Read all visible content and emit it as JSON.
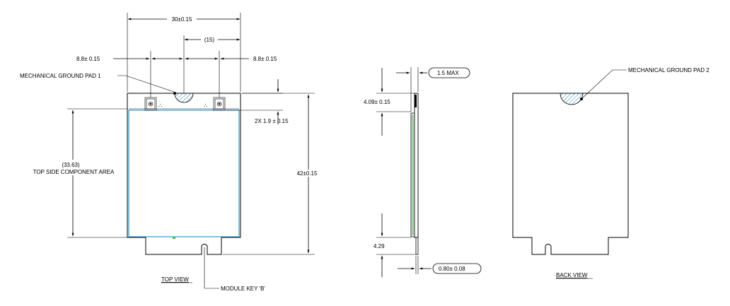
{
  "labels": {
    "width_dim": "30±0.15",
    "center_dim": "(15)",
    "left_offset": "8.8± 0.15",
    "right_offset": "8.8± 0.15",
    "ground_pad_1": "MECHANICAL GROUND PAD 1",
    "ground_pad_2": "MECHANICAL GROUND PAD 2",
    "pad_spacing": "2X 1.9 ± 0.15",
    "comp_area_value": "(33.63)",
    "comp_area_label": "TOP SIDE COMPONENT AREA",
    "height_dim": "42±0.15",
    "thickness_max": "1.5 MAX",
    "side_top_dim": "4.09± 0.15",
    "side_bottom_dim": "4.29",
    "board_thickness": "0.80± 0.08",
    "top_view": "TOP VIEW",
    "back_view": "BACK VIEW",
    "module_key": "MODULE KEY 'B'",
    "connector_marks_left": "∴",
    "connector_marks_right": "∴"
  },
  "colors": {
    "line": "#000000",
    "pcb_edge": "#2a9ad8",
    "hatch": "#2a7fc0",
    "side_component": "#4caf50",
    "key_marker": "#2ecc40"
  }
}
